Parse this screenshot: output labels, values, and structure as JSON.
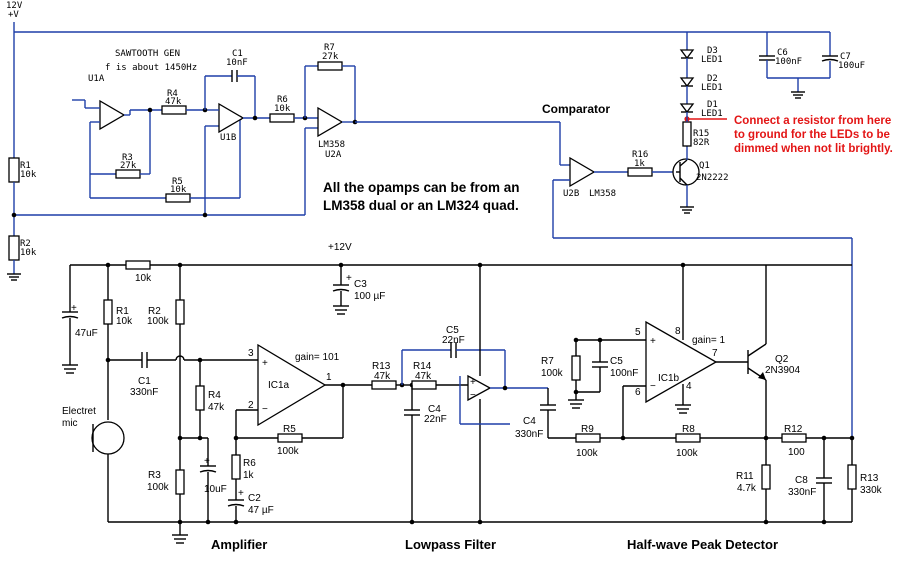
{
  "top": {
    "supply_label": "12V",
    "supply_label2": "+V",
    "gen_title": "SAWTOOTH GEN",
    "gen_freq": "f is about 1450Hz",
    "comparator_label": "Comparator",
    "note_opamps_line1": "All the opamps can be from an",
    "note_opamps_line2": "LM358 dual or an LM324 quad.",
    "note_led_line1": "Connect a resistor from here",
    "note_led_line2": "to ground for the LEDs to be",
    "note_led_line3": "dimmed when not lit brightly.",
    "parts": {
      "u1a": "U1A",
      "u1b": "U1B",
      "u2a": "U2A",
      "u2b": "U2B",
      "lm358_a": "LM358",
      "lm358_b": "LM358",
      "c1_name": "C1",
      "c1_val": "10nF",
      "r7_name": "R7",
      "r7_val": "27k",
      "r4_name": "R4",
      "r4_val": "47k",
      "r6_name": "R6",
      "r6_val": "10k",
      "r3_name": "R3",
      "r3_val": "27k",
      "r5_name": "R5",
      "r5_val": "10k",
      "r1_name": "R1",
      "r1_val": "10k",
      "r2_name": "R2",
      "r2_val": "10k",
      "d3_name": "D3",
      "d3_val": "LED1",
      "d2_name": "D2",
      "d2_val": "LED1",
      "d1_name": "D1",
      "d1_val": "LED1",
      "r15_name": "R15",
      "r15_val": "82R",
      "r16_name": "R16",
      "r16_val": "1k",
      "q1_name": "Q1",
      "q1_val": "2N2222",
      "c6_name": "C6",
      "c6_val": "100nF",
      "c7_name": "C7",
      "c7_val": "100uF"
    }
  },
  "bottom": {
    "supply_label": "+12V",
    "section_amplifier": "Amplifier",
    "section_lowpass": "Lowpass Filter",
    "section_detector": "Half-wave Peak Detector",
    "mic_label1": "Electret",
    "mic_label2": "mic",
    "gain_ic1a": "gain= 101",
    "gain_ic1b": "gain= 1",
    "ic1a": "IC1a",
    "ic1b": "IC1b",
    "pins": {
      "p3": "3",
      "p2": "2",
      "p1": "1",
      "p5": "5",
      "p8": "8",
      "p7": "7",
      "p6": "6",
      "p4": "4"
    },
    "parts": {
      "rtop": "10k",
      "r1_name": "R1",
      "r1_val": "10k",
      "r2_name": "R2",
      "r2_val": "100k",
      "c3_name": "C3",
      "c3_val": "100 µF",
      "c47_val": "47uF",
      "c1_name": "C1",
      "c1_val": "330nF",
      "r4_name": "R4",
      "r4_val": "47k",
      "r3_name": "R3",
      "r3_val": "100k",
      "c10_val": "10uF",
      "r6_name": "R6",
      "r6_val": "1k",
      "c2_name": "C2",
      "c2_val": "47 µF",
      "r5_name": "R5",
      "r5_val": "100k",
      "r13_name": "R13",
      "r13_val": "47k",
      "r14_name": "R14",
      "r14_val": "47k",
      "c5a_name": "C5",
      "c5a_val": "22nF",
      "c4a_name": "C4",
      "c4a_val": "22nF",
      "c4_name": "C4",
      "c4_val": "330nF",
      "r7_name": "R7",
      "r7_val": "100k",
      "c5_name": "C5",
      "c5_val": "100nF",
      "r9_name": "R9",
      "r9_val": "100k",
      "r8_name": "R8",
      "r8_val": "100k",
      "q2_name": "Q2",
      "q2_val": "2N3904",
      "r12_name": "R12",
      "r12_val": "100",
      "r11_name": "R11",
      "r11_val": "4.7k",
      "c8_name": "C8",
      "c8_val": "330nF",
      "r13b_name": "R13",
      "r13b_val": "330k"
    }
  }
}
